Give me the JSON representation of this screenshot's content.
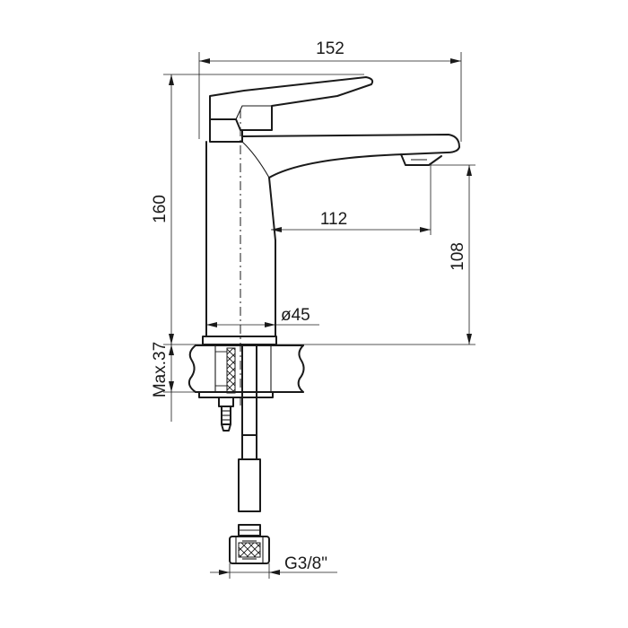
{
  "dimensions": {
    "overall_width": "152",
    "overall_height": "160",
    "spout_reach": "112",
    "spout_height": "108",
    "base_diameter": "ø45",
    "max_deck_thickness": "Max.37",
    "connection_thread": "G3/8\""
  }
}
